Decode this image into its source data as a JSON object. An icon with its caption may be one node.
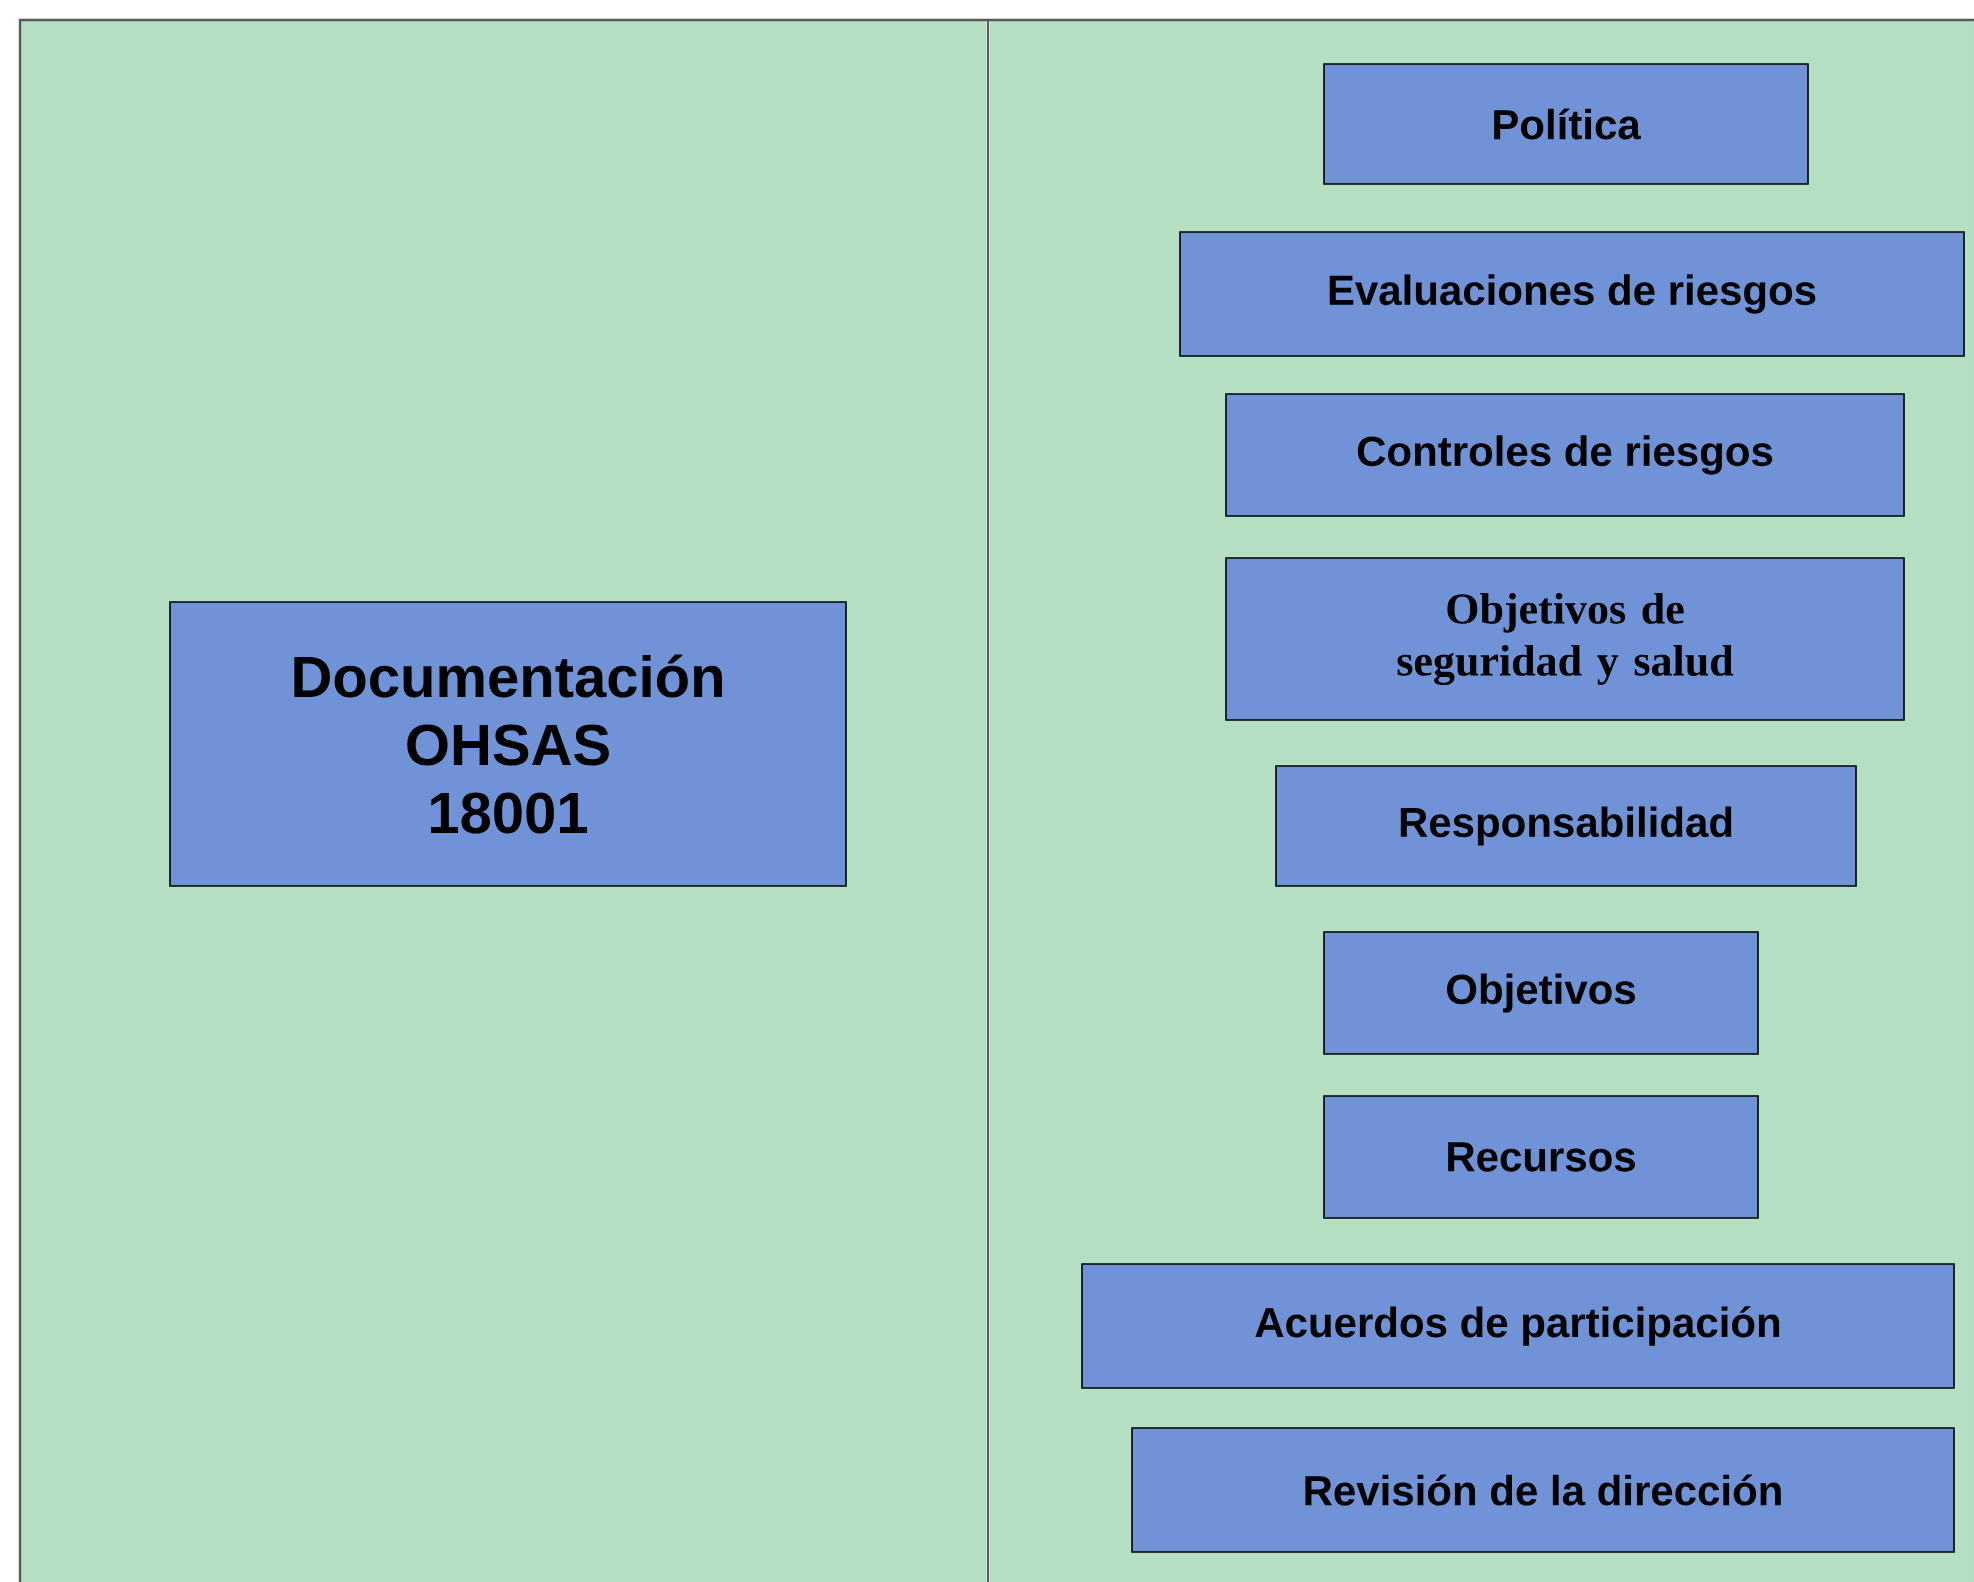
{
  "diagram": {
    "nodes": [
      {
        "text": [
          "Documentación OHSAS 18001"
        ]
      },
      {
        "text": [
          "Política"
        ]
      },
      {
        "text": [
          "Evaluaciones de riesgos"
        ]
      },
      {
        "text": [
          "Controles de riesgos"
        ]
      },
      {
        "text": [
          "Objetivos de seguridad y salud"
        ]
      },
      {
        "text": [
          "Responsabilidad"
        ]
      },
      {
        "text": [
          "Objetivos"
        ]
      },
      {
        "text": [
          "Recursos"
        ]
      },
      {
        "text": [
          "Acuerdos de participación"
        ]
      },
      {
        "text": [
          "Revisión de la dirección"
        ]
      }
    ]
  }
}
